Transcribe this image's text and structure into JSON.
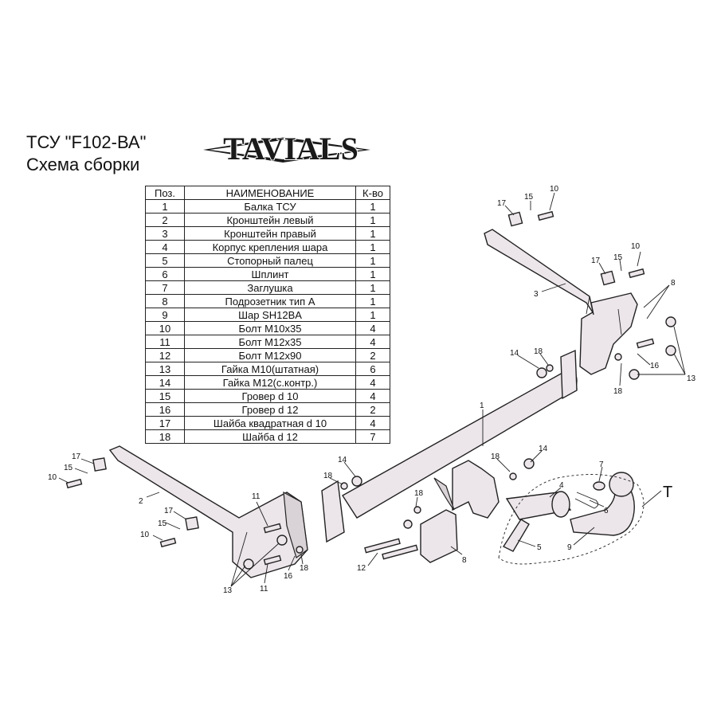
{
  "header": {
    "title_line1": "ТСУ  \"F102-ВА\"",
    "title_line2": "Схема сборки",
    "logo_text": "TAVIALS"
  },
  "table": {
    "headers": [
      "Поз.",
      "НАИМЕНОВАНИЕ",
      "К-во"
    ],
    "rows": [
      [
        "1",
        "Балка ТСУ",
        "1"
      ],
      [
        "2",
        "Кронштейн левый",
        "1"
      ],
      [
        "3",
        "Кронштейн правый",
        "1"
      ],
      [
        "4",
        "Корпус крепления шара",
        "1"
      ],
      [
        "5",
        "Стопорный палец",
        "1"
      ],
      [
        "6",
        "Шплинт",
        "1"
      ],
      [
        "7",
        "Заглушка",
        "1"
      ],
      [
        "8",
        "Подрозетник тип А",
        "1"
      ],
      [
        "9",
        "Шар SH12BA",
        "1"
      ],
      [
        "10",
        "Болт М10х35",
        "4"
      ],
      [
        "11",
        "Болт М12х35",
        "4"
      ],
      [
        "12",
        "Болт М12х90",
        "2"
      ],
      [
        "13",
        "Гайка М10(штатная)",
        "6"
      ],
      [
        "14",
        "Гайка М12(с.контр.)",
        "4"
      ],
      [
        "15",
        "Гровер d 10",
        "4"
      ],
      [
        "16",
        "Гровер d 12",
        "2"
      ],
      [
        "17",
        "Шайба квадратная d 10",
        "4"
      ],
      [
        "18",
        "Шайба d 12",
        "7"
      ]
    ]
  },
  "callouts": {
    "c17a": "17",
    "c15a": "15",
    "c10a": "10",
    "c17b": "17",
    "c15b": "15",
    "c10b": "10",
    "c8a": "8",
    "c3": "3",
    "c14a": "14",
    "c18a": "18",
    "c16a": "16",
    "c18b": "18",
    "c13a": "13",
    "c1": "1",
    "c17c": "17",
    "c15c": "15",
    "c10c": "10",
    "c2": "2",
    "c17d": "17",
    "c15d": "15",
    "c10d": "10",
    "c11a": "11",
    "c13b": "13",
    "c11b": "11",
    "c16b": "16",
    "c18c": "18",
    "c14b": "14",
    "c18d": "18",
    "c18e": "18",
    "c14c": "14",
    "c18f": "18",
    "c12": "12",
    "c8b": "8",
    "c7": "7",
    "c4": "4",
    "c6": "6",
    "c5": "5",
    "c9": "9",
    "cT": "T"
  }
}
